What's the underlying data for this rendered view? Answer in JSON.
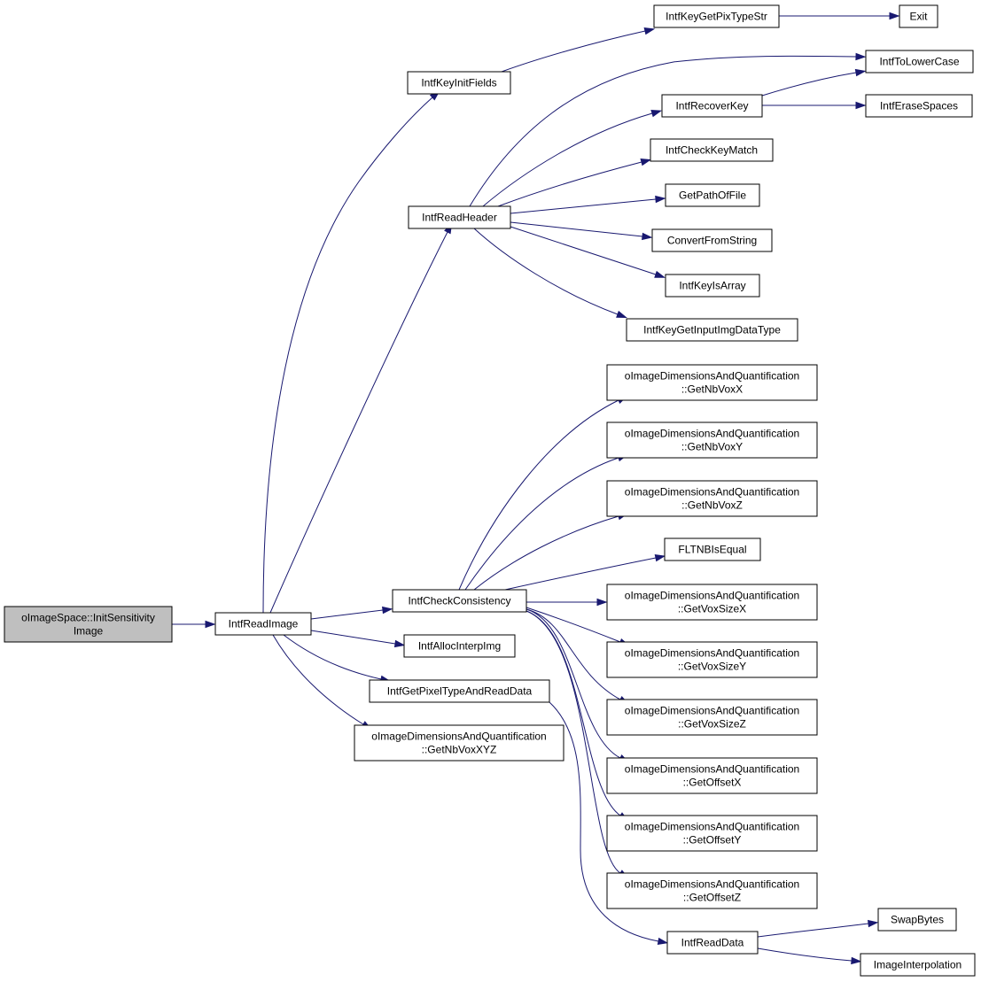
{
  "diagram": {
    "title": "",
    "colors": {
      "edge": "#191970",
      "root_fill": "#bfbfbf",
      "node_fill": "#ffffff",
      "node_border": "#000000"
    },
    "nodes": [
      {
        "id": "root",
        "lines": [
          "oImageSpace::InitSensitivity",
          "Image"
        ],
        "root": true
      },
      {
        "id": "readImage",
        "lines": [
          "IntfReadImage"
        ]
      },
      {
        "id": "keyInitFields",
        "lines": [
          "IntfKeyInitFields"
        ]
      },
      {
        "id": "readHeader",
        "lines": [
          "IntfReadHeader"
        ]
      },
      {
        "id": "checkConsistency",
        "lines": [
          "IntfCheckConsistency"
        ]
      },
      {
        "id": "allocInterpImg",
        "lines": [
          "IntfAllocInterpImg"
        ]
      },
      {
        "id": "getPixelType",
        "lines": [
          "IntfGetPixelTypeAndReadData"
        ]
      },
      {
        "id": "getNbVoxXYZ",
        "lines": [
          "oImageDimensionsAndQuantification",
          "::GetNbVoxXYZ"
        ]
      },
      {
        "id": "keyGetPixTypeStr",
        "lines": [
          "IntfKeyGetPixTypeStr"
        ]
      },
      {
        "id": "exit",
        "lines": [
          "Exit"
        ]
      },
      {
        "id": "toLowerCase",
        "lines": [
          "IntfToLowerCase"
        ]
      },
      {
        "id": "recoverKey",
        "lines": [
          "IntfRecoverKey"
        ]
      },
      {
        "id": "eraseSpaces",
        "lines": [
          "IntfEraseSpaces"
        ]
      },
      {
        "id": "checkKeyMatch",
        "lines": [
          "IntfCheckKeyMatch"
        ]
      },
      {
        "id": "getPathOfFile",
        "lines": [
          "GetPathOfFile"
        ]
      },
      {
        "id": "convertFromString",
        "lines": [
          "ConvertFromString"
        ]
      },
      {
        "id": "keyIsArray",
        "lines": [
          "IntfKeyIsArray"
        ]
      },
      {
        "id": "keyGetInputImgDataType",
        "lines": [
          "IntfKeyGetInputImgDataType"
        ]
      },
      {
        "id": "getNbVoxX",
        "lines": [
          "oImageDimensionsAndQuantification",
          "::GetNbVoxX"
        ]
      },
      {
        "id": "getNbVoxY",
        "lines": [
          "oImageDimensionsAndQuantification",
          "::GetNbVoxY"
        ]
      },
      {
        "id": "getNbVoxZ",
        "lines": [
          "oImageDimensionsAndQuantification",
          "::GetNbVoxZ"
        ]
      },
      {
        "id": "fltnbIsEqual",
        "lines": [
          "FLTNBIsEqual"
        ]
      },
      {
        "id": "getVoxSizeX",
        "lines": [
          "oImageDimensionsAndQuantification",
          "::GetVoxSizeX"
        ]
      },
      {
        "id": "getVoxSizeY",
        "lines": [
          "oImageDimensionsAndQuantification",
          "::GetVoxSizeY"
        ]
      },
      {
        "id": "getVoxSizeZ",
        "lines": [
          "oImageDimensionsAndQuantification",
          "::GetVoxSizeZ"
        ]
      },
      {
        "id": "getOffsetX",
        "lines": [
          "oImageDimensionsAndQuantification",
          "::GetOffsetX"
        ]
      },
      {
        "id": "getOffsetY",
        "lines": [
          "oImageDimensionsAndQuantification",
          "::GetOffsetY"
        ]
      },
      {
        "id": "getOffsetZ",
        "lines": [
          "oImageDimensionsAndQuantification",
          "::GetOffsetZ"
        ]
      },
      {
        "id": "readData",
        "lines": [
          "IntfReadData"
        ]
      },
      {
        "id": "swapBytes",
        "lines": [
          "SwapBytes"
        ]
      },
      {
        "id": "imageInterpolation",
        "lines": [
          "ImageInterpolation"
        ]
      }
    ],
    "edges": [
      {
        "from": "root",
        "to": "readImage"
      },
      {
        "from": "readImage",
        "to": "keyInitFields"
      },
      {
        "from": "readImage",
        "to": "readHeader"
      },
      {
        "from": "readImage",
        "to": "checkConsistency"
      },
      {
        "from": "readImage",
        "to": "allocInterpImg"
      },
      {
        "from": "readImage",
        "to": "getPixelType"
      },
      {
        "from": "readImage",
        "to": "getNbVoxXYZ"
      },
      {
        "from": "keyInitFields",
        "to": "keyGetPixTypeStr"
      },
      {
        "from": "keyGetPixTypeStr",
        "to": "exit"
      },
      {
        "from": "readHeader",
        "to": "toLowerCase"
      },
      {
        "from": "readHeader",
        "to": "recoverKey"
      },
      {
        "from": "readHeader",
        "to": "checkKeyMatch"
      },
      {
        "from": "readHeader",
        "to": "getPathOfFile"
      },
      {
        "from": "readHeader",
        "to": "convertFromString"
      },
      {
        "from": "readHeader",
        "to": "keyIsArray"
      },
      {
        "from": "readHeader",
        "to": "keyGetInputImgDataType"
      },
      {
        "from": "recoverKey",
        "to": "toLowerCase"
      },
      {
        "from": "recoverKey",
        "to": "eraseSpaces"
      },
      {
        "from": "checkConsistency",
        "to": "getNbVoxX"
      },
      {
        "from": "checkConsistency",
        "to": "getNbVoxY"
      },
      {
        "from": "checkConsistency",
        "to": "getNbVoxZ"
      },
      {
        "from": "checkConsistency",
        "to": "fltnbIsEqual"
      },
      {
        "from": "checkConsistency",
        "to": "getVoxSizeX"
      },
      {
        "from": "checkConsistency",
        "to": "getVoxSizeY"
      },
      {
        "from": "checkConsistency",
        "to": "getVoxSizeZ"
      },
      {
        "from": "checkConsistency",
        "to": "getOffsetX"
      },
      {
        "from": "checkConsistency",
        "to": "getOffsetY"
      },
      {
        "from": "checkConsistency",
        "to": "getOffsetZ"
      },
      {
        "from": "getPixelType",
        "to": "readData"
      },
      {
        "from": "readData",
        "to": "swapBytes"
      },
      {
        "from": "readData",
        "to": "imageInterpolation"
      }
    ]
  }
}
